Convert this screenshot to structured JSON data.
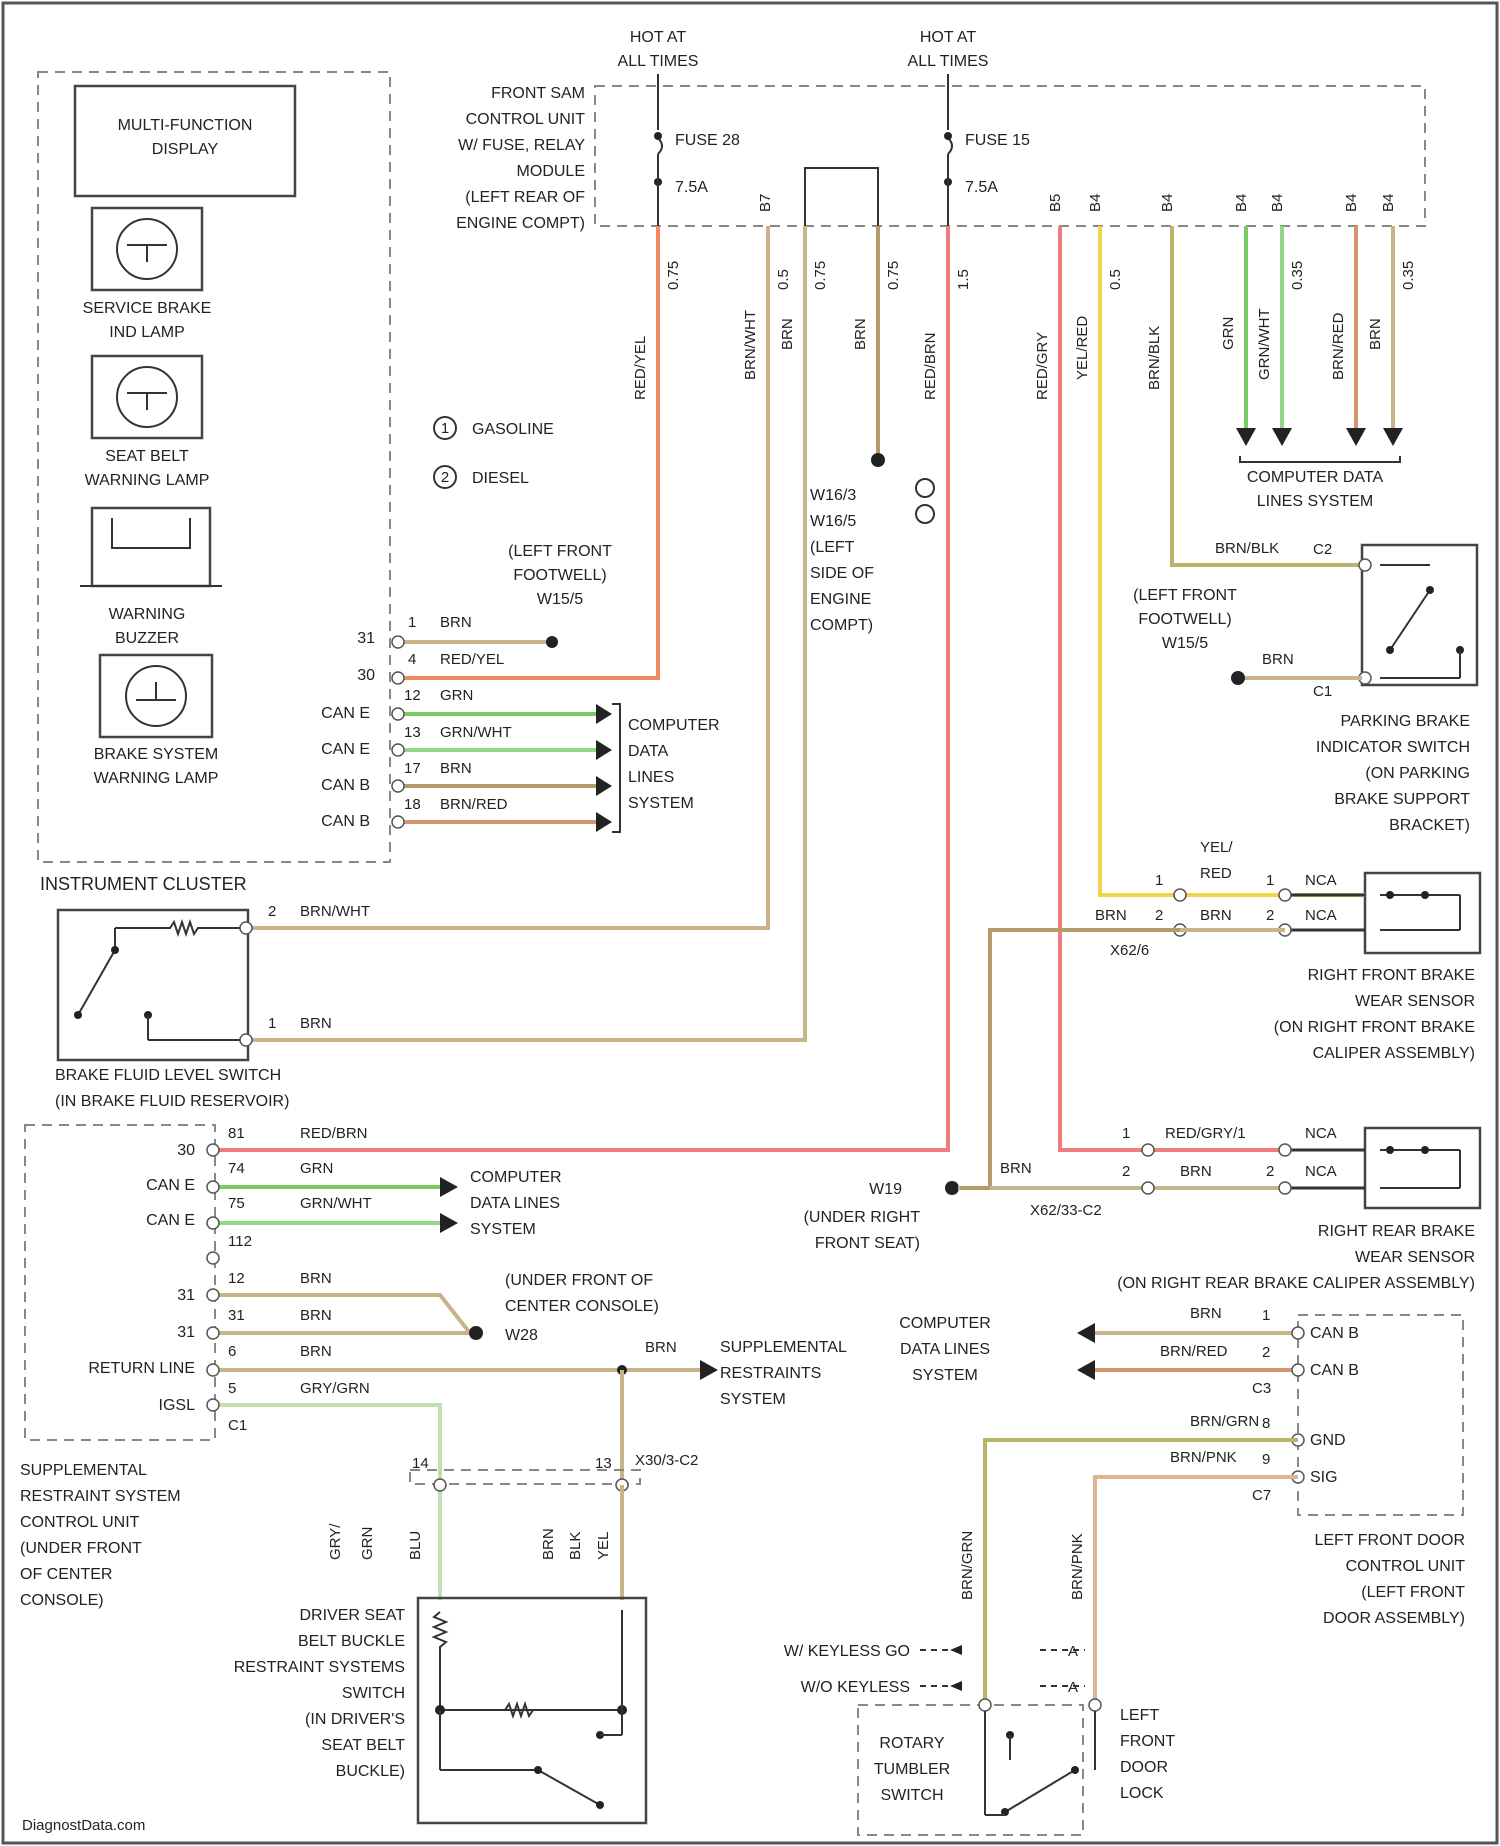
{
  "colors": {
    "red_yel": "#f08a62",
    "red": "#ee7d7d",
    "yel": "#f2d34a",
    "brn": "#c9b488",
    "brn_dark": "#b49c6a",
    "grn": "#77cc66",
    "grn_wht": "#93d68a",
    "brn_red": "#d6956e",
    "grn_ltgrn": "#bfe0b0",
    "brn_grn": "#b8b46a",
    "brn_pnk": "#e0b48e",
    "nca": "#333333"
  },
  "hot_at_all_times_left": [
    "HOT AT",
    "ALL TIMES"
  ],
  "hot_at_all_times_right": [
    "HOT AT",
    "ALL TIMES"
  ],
  "fuse_28": "FUSE 28",
  "fuse_28_amps": "7.5A",
  "fuse_15": "FUSE 15",
  "fuse_15_amps": "7.5A",
  "sam_module": [
    "FRONT SAM",
    "CONTROL UNIT",
    "W/ FUSE, RELAY",
    "MODULE",
    "(LEFT REAR OF",
    "ENGINE COMPT)"
  ],
  "sam_top_pins": [
    "B7",
    "B5",
    "B4",
    "B4",
    "B4",
    "B4",
    "B4",
    "B4",
    "B4",
    "B4",
    "B4"
  ],
  "legend_gasoline": "GASOLINE",
  "legend_diesel": "DIESEL",
  "legend_1": "1",
  "legend_2": "2",
  "cluster_items": {
    "mfd": [
      "MULTI-FUNCTION",
      "DISPLAY"
    ],
    "service_brake": [
      "SERVICE BRAKE",
      "IND LAMP"
    ],
    "seat_belt": [
      "SEAT BELT",
      "WARNING LAMP"
    ],
    "buzzer": [
      "WARNING",
      "BUZZER"
    ],
    "brake_system": [
      "BRAKE SYSTEM",
      "WARNING LAMP"
    ],
    "title": "INSTRUMENT CLUSTER"
  },
  "cluster_rows": [
    {
      "left": "31",
      "pin": "1",
      "wire": "BRN"
    },
    {
      "left": "30",
      "pin": "4",
      "wire": "RED/YEL"
    },
    {
      "left": "CAN E",
      "pin": "12",
      "wire": "GRN"
    },
    {
      "left": "CAN E",
      "pin": "13",
      "wire": "GRN/WHT"
    },
    {
      "left": "CAN B",
      "pin": "17",
      "wire": "BRN"
    },
    {
      "left": "CAN B",
      "pin": "18",
      "wire": "BRN/RED"
    }
  ],
  "computer_data_lines": [
    "COMPUTER",
    "DATA",
    "LINES",
    "SYSTEM"
  ],
  "computer_data_lines_top": [
    "COMPUTER DATA",
    "LINES SYSTEM"
  ],
  "computer_data_lines_3": [
    "COMPUTER",
    "DATA LINES",
    "SYSTEM"
  ],
  "computer_data_lines_4": [
    "COMPUTER",
    "DATA LINES",
    "SYSTEM"
  ],
  "w15_left": [
    "(LEFT FRONT",
    "FOOTWELL)",
    "W15/5"
  ],
  "w163": [
    "W16/3",
    "W16/5",
    "(LEFT",
    "SIDE OF",
    "ENGINE",
    "COMPT)"
  ],
  "vertical_wires": {
    "red_yel": "RED/YEL",
    "brn_wht": "BRN/WHT",
    "brn": "BRN",
    "brn2": "BRN",
    "red_brn": "RED/BRN",
    "red_gry": "RED/GRY",
    "yel_red": "YEL/RED",
    "brn_blk": "BRN/BLK",
    "grn": "GRN",
    "grn_wht": "GRN/WHT",
    "brn_red": "BRN/RED",
    "brn3": "BRN",
    "brn_grn": "BRN/GRN",
    "brn_pnk": "BRN/PNK"
  },
  "wire_codes_top": [
    "0.75",
    "0.5",
    "0.75",
    "0.75",
    "1.5",
    "0.5",
    "0.5",
    "0.5",
    "0.35",
    "0.35",
    "0.35",
    "0.35"
  ],
  "parking_brake": {
    "wire": "BRN/BLK",
    "pin_c2": "C2",
    "pin_c1": "C1",
    "w15": [
      "(LEFT FRONT",
      "FOOTWELL)",
      "W15/5"
    ],
    "brn": "BRN",
    "label": [
      "PARKING BRAKE",
      "INDICATOR SWITCH",
      "(ON PARKING",
      "BRAKE SUPPORT",
      "BRACKET)"
    ]
  },
  "right_front_sensor": {
    "yel_red": [
      "YEL/",
      "RED"
    ],
    "pin1": "1",
    "pin1b": "1",
    "nca1": "NCA",
    "brn_a": "BRN",
    "pin2": "2",
    "brn_b": "BRN",
    "pin2b": "2",
    "nca2": "NCA",
    "conn": "X62/6",
    "label": [
      "RIGHT FRONT BRAKE",
      "WEAR SENSOR",
      "(ON RIGHT FRONT BRAKE",
      "CALIPER ASSEMBLY)"
    ]
  },
  "brake_fluid": {
    "pin2": "2",
    "wire2": "BRN/WHT",
    "pin1": "1",
    "wire1": "BRN",
    "label": [
      "BRAKE FLUID LEVEL SWITCH",
      "(IN BRAKE FLUID RESERVOIR)"
    ]
  },
  "srs_rows": [
    {
      "left": "30",
      "pin": "81",
      "wire": "RED/BRN"
    },
    {
      "left": "CAN E",
      "pin": "74",
      "wire": "GRN"
    },
    {
      "left": "CAN E",
      "pin": "75",
      "wire": "GRN/WHT"
    },
    {
      "left": "",
      "pin": "112",
      "wire": ""
    },
    {
      "left": "31",
      "pin": "12",
      "wire": "BRN"
    },
    {
      "left": "31",
      "pin": "31",
      "wire": "BRN"
    },
    {
      "left": "RETURN LINE",
      "pin": "6",
      "wire": "BRN"
    },
    {
      "left": "IGSL",
      "pin": "5",
      "wire": "GRY/GRN"
    }
  ],
  "srs_c1": "C1",
  "w19": [
    "W19",
    "(UNDER RIGHT",
    "FRONT SEAT)"
  ],
  "w19_brn": "BRN",
  "w28": [
    "(UNDER FRONT OF",
    "CENTER CONSOLE)",
    "W28"
  ],
  "srs_system": [
    "SUPPLEMENTAL",
    "RESTRAINTS",
    "SYSTEM"
  ],
  "srs_brn": "BRN",
  "srs_unit": [
    "SUPPLEMENTAL",
    "RESTRAINT SYSTEM",
    "CONTROL UNIT",
    "(UNDER FRONT",
    "OF CENTER",
    "CONSOLE)"
  ],
  "right_rear_sensor": {
    "pin1": "1",
    "wire1": "RED/GRY/1",
    "nca1": "NCA",
    "pin2": "2",
    "wire2": "BRN",
    "pin2b": "2",
    "nca2": "NCA",
    "conn": "X62/33-C2",
    "label": [
      "RIGHT REAR BRAKE",
      "WEAR SENSOR",
      "(ON RIGHT REAR BRAKE CALIPER ASSEMBLY)"
    ]
  },
  "door_unit": {
    "brn": "BRN",
    "brn_red": "BRN/RED",
    "pin1": "1",
    "pin2": "2",
    "can_b1": "CAN B",
    "can_b2": "CAN B",
    "c3": "C3",
    "brn_grn": "BRN/GRN",
    "brn_pnk": "BRN/PNK",
    "pin8": "8",
    "pin9": "9",
    "gnd": "GND",
    "sig": "SIG",
    "c7": "C7",
    "label": [
      "LEFT FRONT DOOR",
      "CONTROL UNIT",
      "(LEFT FRONT",
      "DOOR ASSEMBLY)"
    ]
  },
  "x30_connector": "X30/3-C2",
  "pin_14": "14",
  "pin_13": "13",
  "seat_belt_wires": [
    "GRY/",
    "GRN",
    "BLU",
    "BRN",
    "BLK",
    "YEL"
  ],
  "seat_belt_switch": [
    "DRIVER SEAT",
    "BELT BUCKLE",
    "RESTRAINT SYSTEMS",
    "SWITCH",
    "(IN DRIVER'S",
    "SEAT BELT",
    "BUCKLE)"
  ],
  "keyless": {
    "with": "W/ KEYLESS GO",
    "without": "W/O KEYLESS",
    "pin_a": "A",
    "pin_b": "A",
    "rotary": [
      "ROTARY",
      "TUMBLER",
      "SWITCH"
    ],
    "lock": [
      "LEFT",
      "FRONT",
      "DOOR",
      "LOCK"
    ]
  },
  "watermark": "DiagnostData.com"
}
